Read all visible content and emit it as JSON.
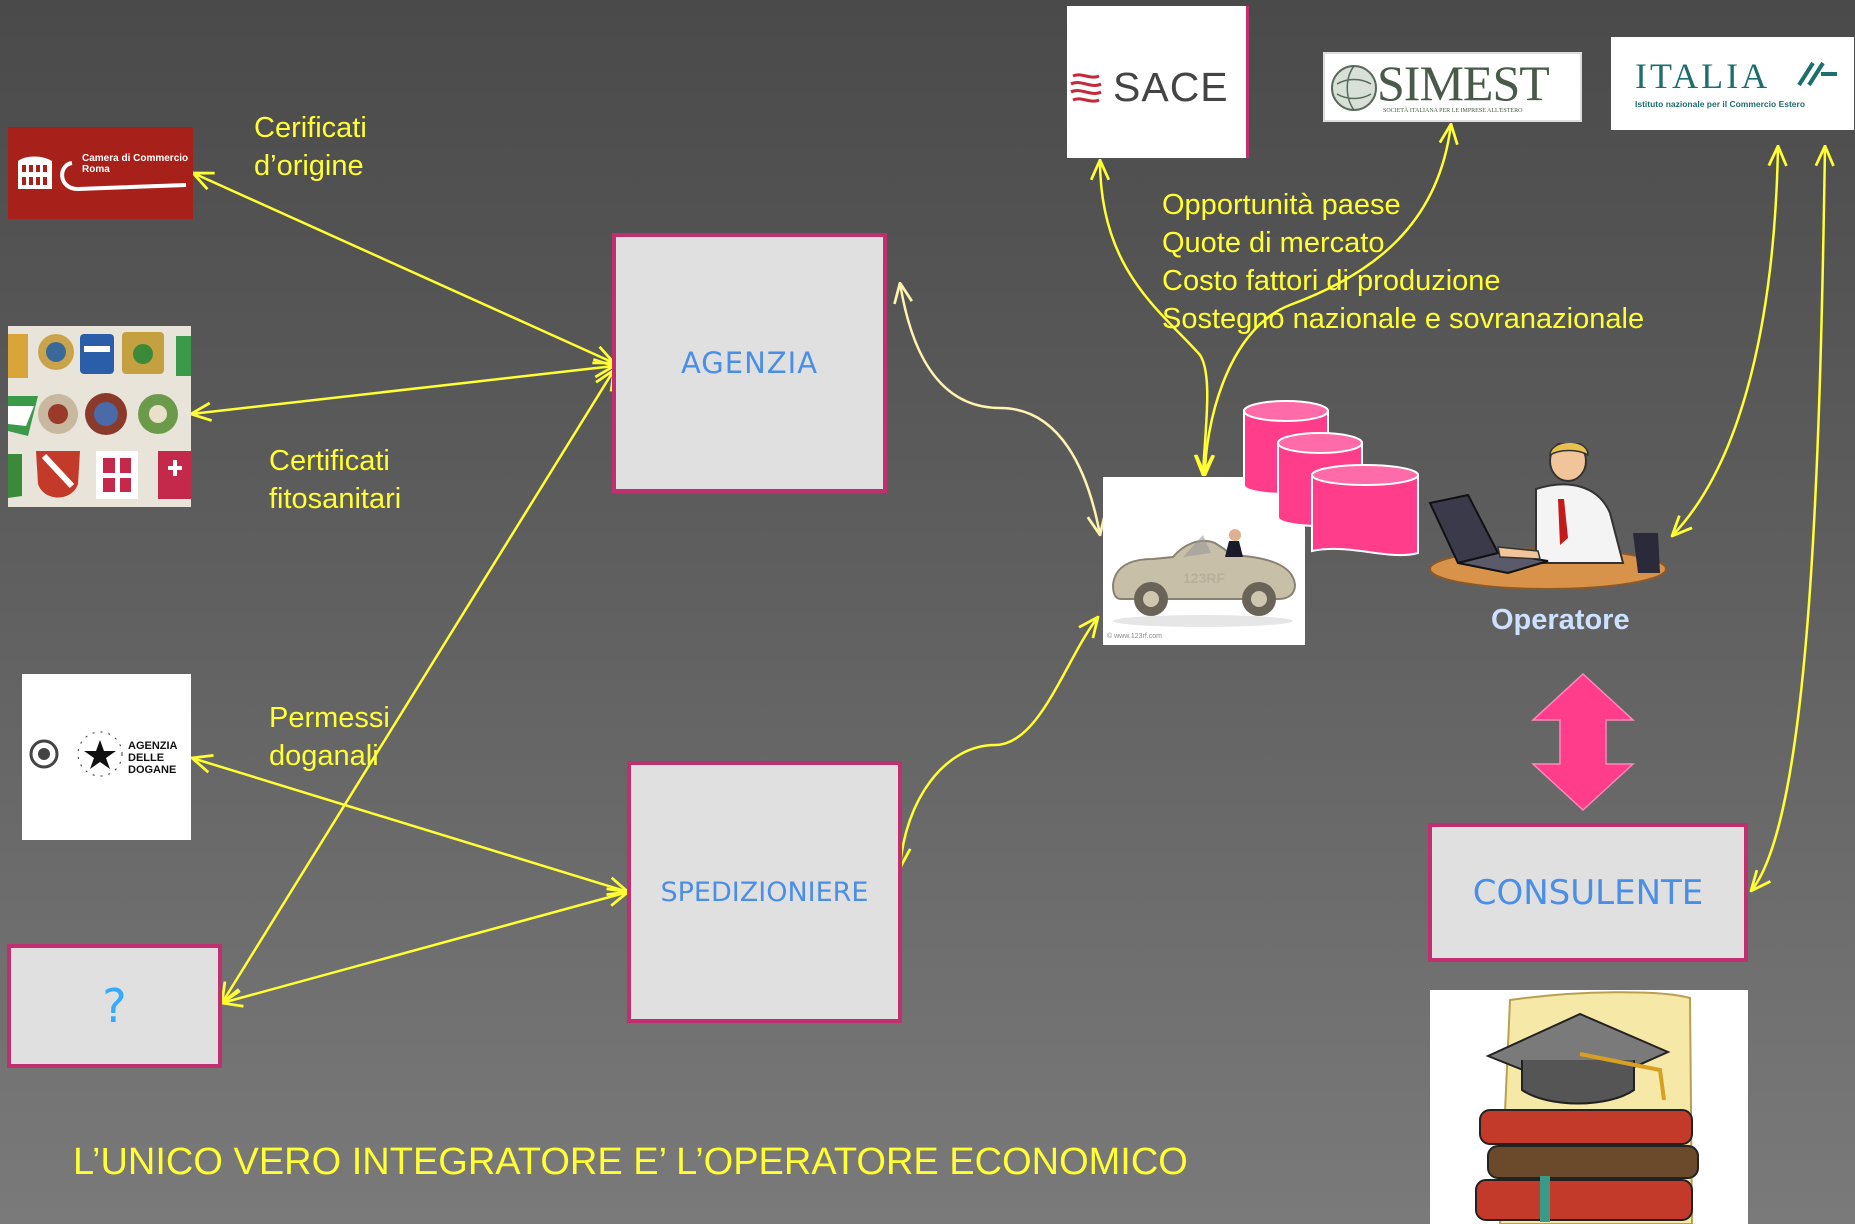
{
  "nodes": {
    "agenzia": "AGENZIA",
    "spedizioniere": "SPEDIZIONIERE",
    "consulente": "CONSULENTE",
    "unknown": "?",
    "operatore": "Operatore"
  },
  "labels": {
    "certificati_origine": [
      "Cerificati",
      "d’origine"
    ],
    "certificati_fito": [
      "Certificati",
      "fitosanitari"
    ],
    "permessi": [
      "Permessi",
      "doganali"
    ],
    "info_list": [
      "Opportunità paese",
      "Quote di mercato",
      "Costo fattori di produzione",
      "Sostegno nazionale e sovranazionale"
    ]
  },
  "logos": {
    "sace": "SACE",
    "simest": "SIMEST",
    "simest_sub": "SOCIETÀ ITALIANA PER LE IMPRESE ALL'ESTERO",
    "italia": "ITALIA",
    "italia_sub": "Istituto nazionale per il Commercio Estero",
    "camera": "Camera di Commercio",
    "camera_city": "Roma",
    "dogane_lines": [
      "AGENZIA",
      "DELLE",
      "DOGANE"
    ],
    "car_watermark": "123RF",
    "car_credit": "© www.123rf.com"
  },
  "footer": "L’UNICO VERO INTEGRATORE E’ L’OPERATORE ECONOMICO",
  "colors": {
    "arrow": "#ffff33",
    "box_border": "#c0306e",
    "box_text": "#4a8ee6",
    "accent_pink": "#ff3d8a"
  }
}
